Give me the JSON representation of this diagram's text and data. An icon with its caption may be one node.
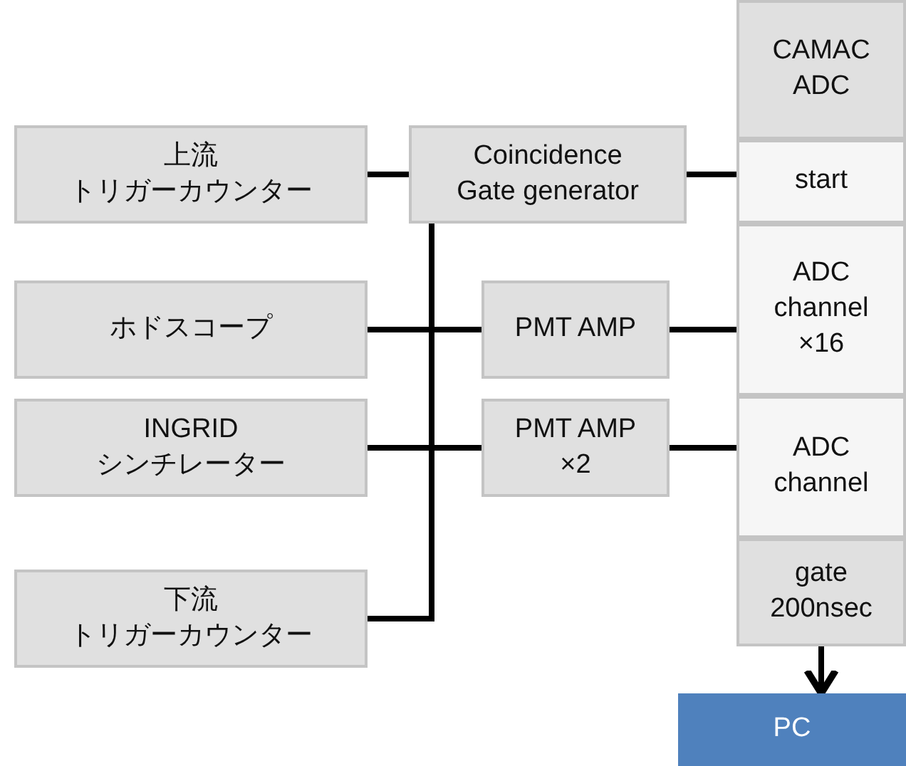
{
  "diagram": {
    "nodes": [
      {
        "text": [
          "上流",
          "トリガーカウンター"
        ]
      },
      {
        "text": [
          "Coincidence Gate generator"
        ]
      },
      {
        "text": [
          "CAMAC ADC"
        ]
      },
      {
        "text": [
          "start"
        ]
      },
      {
        "text": [
          "ホドスコープ"
        ]
      },
      {
        "text": [
          "PMT AMP"
        ]
      },
      {
        "text": [
          "ADC channel ×16"
        ]
      },
      {
        "text": [
          "INGRID シンチレーター"
        ]
      },
      {
        "text": [
          "PMT AMP ×2"
        ]
      },
      {
        "text": [
          "ADC channel"
        ]
      },
      {
        "text": [
          "gate 200nsec"
        ]
      },
      {
        "text": [
          "下流",
          "トリガーカウンター"
        ]
      },
      {
        "text": [
          "PC"
        ]
      }
    ],
    "edges": [
      {
        "from": 0,
        "to": 1,
        "arrow": "none"
      },
      {
        "from": 1,
        "to": 3,
        "arrow": "none"
      },
      {
        "from": 1,
        "to": 11,
        "arrow": "none"
      },
      {
        "from": 4,
        "to": 5,
        "arrow": "none"
      },
      {
        "from": 5,
        "to": 6,
        "arrow": "none"
      },
      {
        "from": 7,
        "to": 8,
        "arrow": "none"
      },
      {
        "from": 8,
        "to": 9,
        "arrow": "none"
      },
      {
        "from": 10,
        "to": 12,
        "arrow": "to"
      }
    ]
  }
}
